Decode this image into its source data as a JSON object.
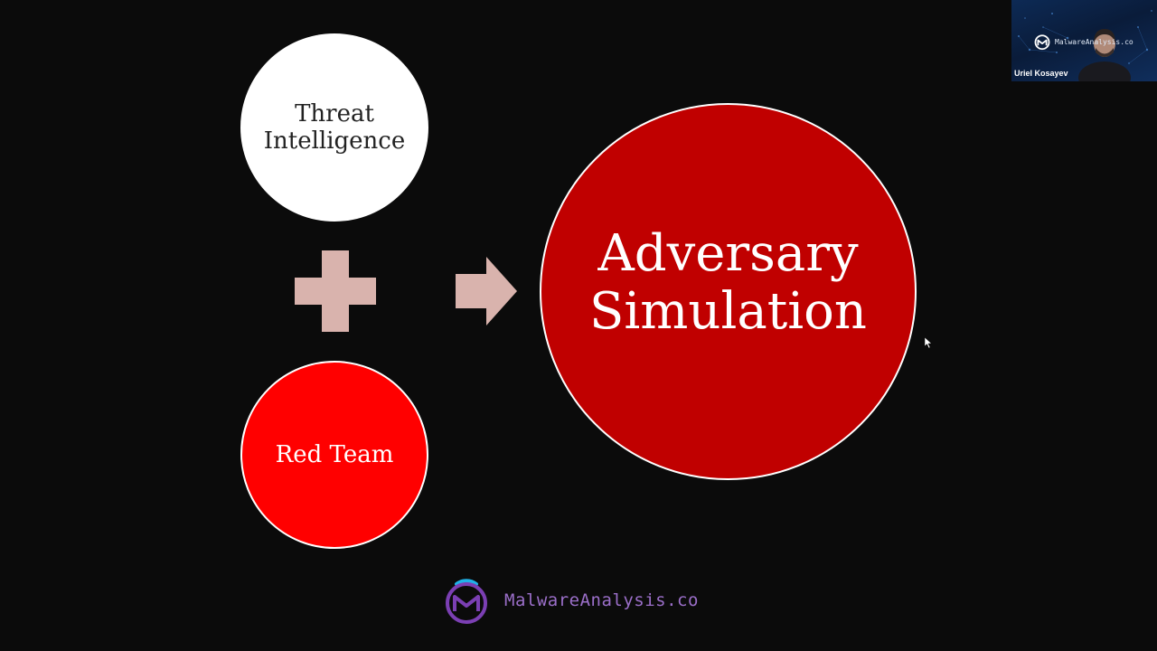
{
  "slide": {
    "background": "#0b0b0b",
    "threat_circle": {
      "line1": "Threat",
      "line2": "Intelligence",
      "fill": "#ffffff"
    },
    "red_team_circle": {
      "label": "Red Team",
      "fill": "#ff0000"
    },
    "adversary_circle": {
      "line1": "Adversary",
      "line2": "Simulation",
      "fill": "#c00000"
    },
    "operator_plus": {
      "icon": "plus-icon",
      "color": "#d9b3ad"
    },
    "operator_arrow": {
      "icon": "arrow-right-icon",
      "color": "#d9b3ad"
    }
  },
  "footer": {
    "logo_icon": "malwareanalysis-logo-icon",
    "brand_text": "MalwareAnalysis.co",
    "brand_color": "#9b6fc9"
  },
  "webcam": {
    "participant_name": "Uriel Kosayev",
    "overlay_brand": "MalwareAnalysis.co"
  }
}
